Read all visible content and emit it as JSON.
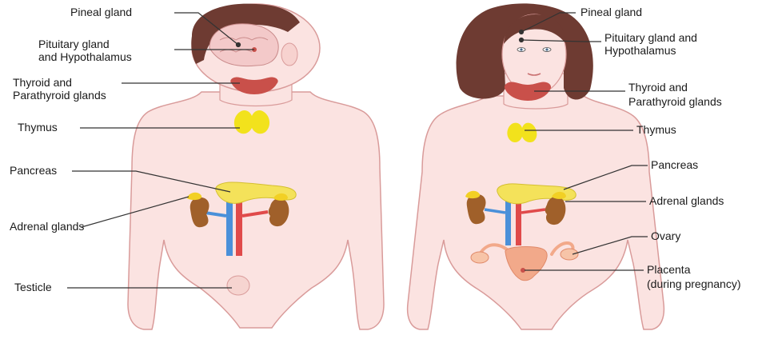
{
  "male_labels": {
    "pineal": "Pineal gland",
    "pituitary_line1": "Pituitary gland",
    "pituitary_line2": "and Hypothalamus",
    "thyroid_line1": "Thyroid and",
    "thyroid_line2": "Parathyroid glands",
    "thymus": "Thymus",
    "pancreas": "Pancreas",
    "adrenal": "Adrenal glands",
    "testicle": "Testicle"
  },
  "female_labels": {
    "pineal": "Pineal gland",
    "pituitary_line1": "Pituitary gland and",
    "pituitary_line2": "Hypothalamus",
    "thyroid_line1": "Thyroid and",
    "thyroid_line2": "Parathyroid glands",
    "thymus": "Thymus",
    "pancreas": "Pancreas",
    "adrenal": "Adrenal glands",
    "ovary": "Ovary",
    "placenta_line1": "Placenta",
    "placenta_line2": "(during pregnancy)"
  },
  "colors": {
    "skin": "#fbe3e1",
    "outline": "#d99b9a",
    "hair": "#6e3b32",
    "brain": "#f3c9c9",
    "thyroid": "#c9504a",
    "thymus": "#f2e21c",
    "pancreas": "#f4e25a",
    "kidney": "#a0602a",
    "adrenal": "#f2d024",
    "aorta": "#e04a4a",
    "vena_cava": "#4a90d9",
    "uterus": "#f2a98a",
    "leader_line": "#333333"
  }
}
